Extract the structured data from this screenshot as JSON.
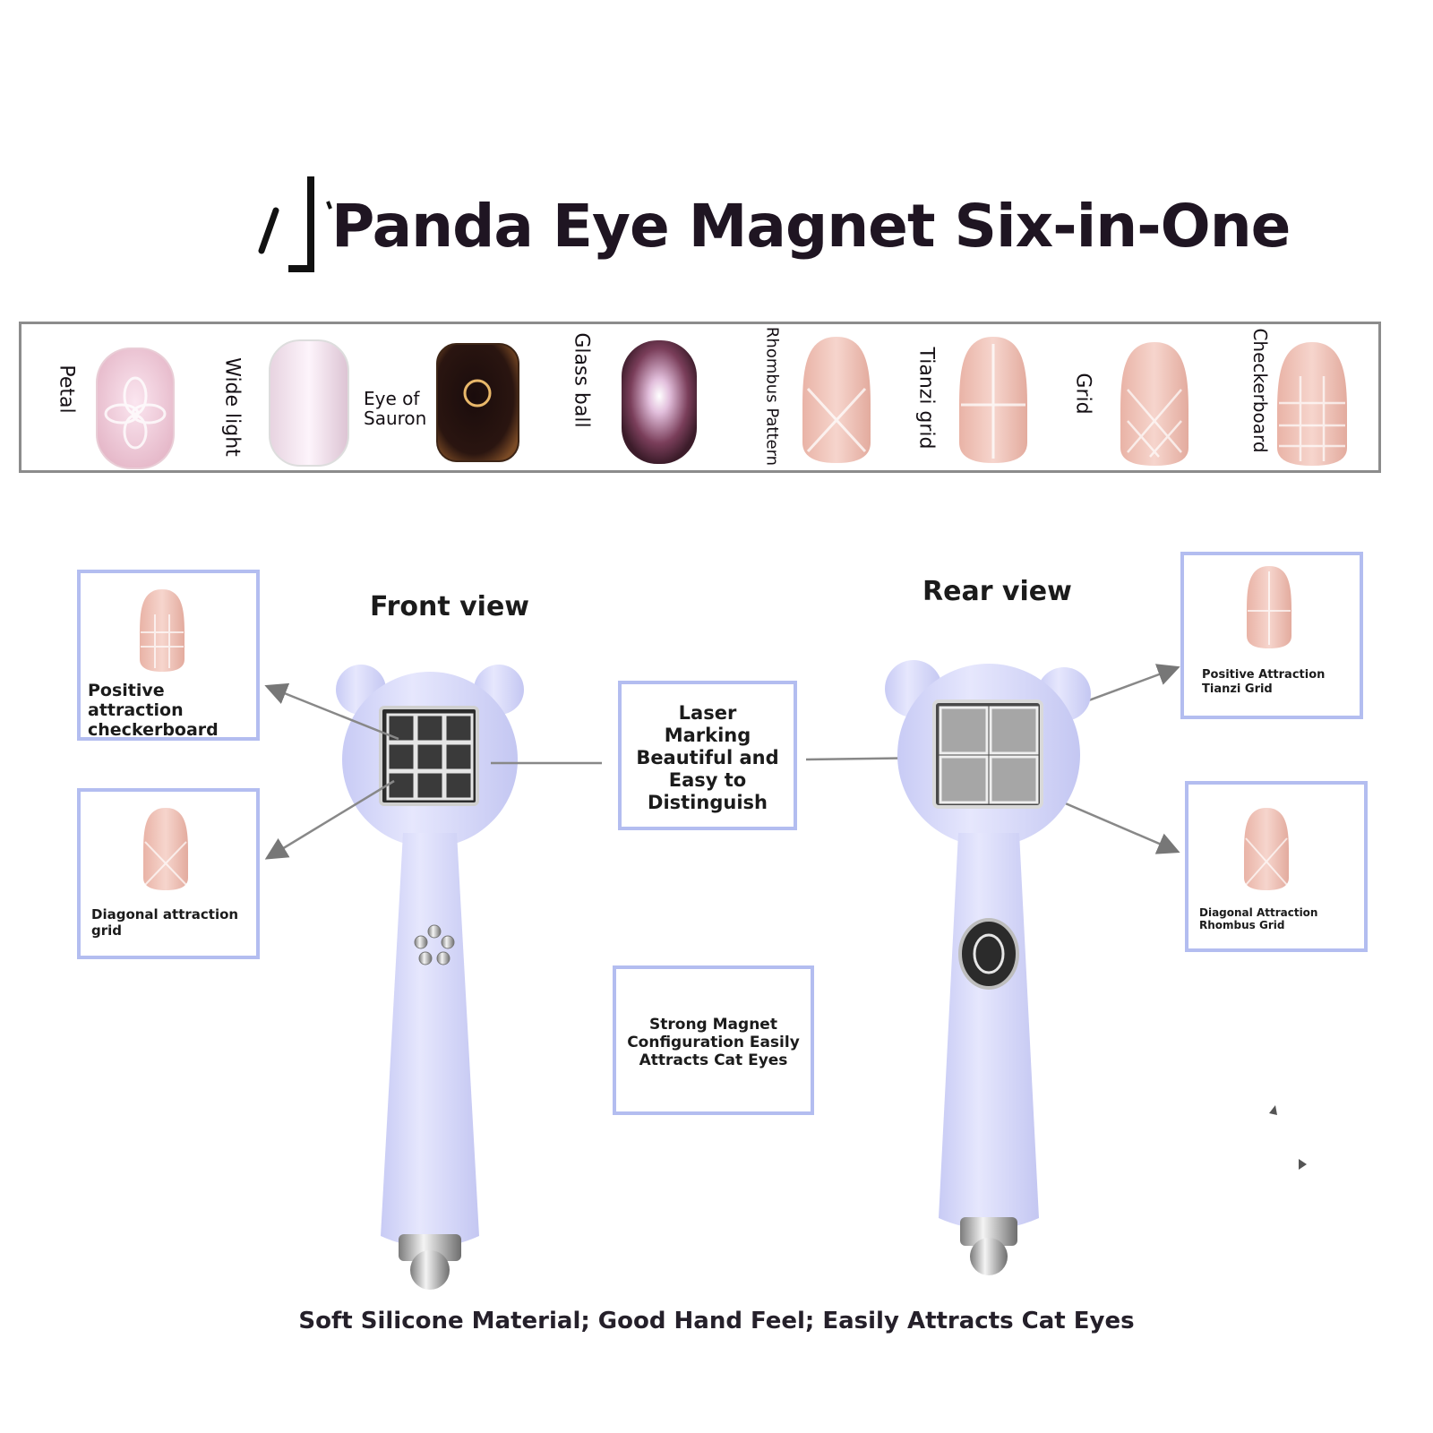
{
  "header": {
    "title": "Panda Eye Magnet Six-in-One"
  },
  "effects": [
    {
      "label": "Petal"
    },
    {
      "label": "Wide light"
    },
    {
      "label": "Eye of\nSauron",
      "line1": "Eye of",
      "line2": "Sauron"
    },
    {
      "label": "Glass ball"
    },
    {
      "label": "Rhombus Pattern"
    },
    {
      "label": "Tianzi grid"
    },
    {
      "label": "Grid"
    },
    {
      "label": "Checkerboard"
    }
  ],
  "front": {
    "title": "Front view",
    "callout_top": {
      "line1": "Positive attraction",
      "line2": "checkerboard"
    },
    "callout_bottom": "Diagonal attraction grid"
  },
  "rear": {
    "title": "Rear view",
    "callout_top": {
      "line1": "Positive Attraction",
      "line2": "Tianzi Grid"
    },
    "callout_bottom": {
      "line1": "Diagonal Attraction",
      "line2": "Rhombus Grid"
    }
  },
  "center": {
    "laser": [
      "Laser",
      "Marking",
      "Beautiful and",
      "Easy to",
      "Distinguish"
    ],
    "magnet": [
      "Strong Magnet",
      "Configuration Easily",
      "Attracts Cat Eyes"
    ]
  },
  "footer": "Soft Silicone Material; Good Hand Feel; Easily Attracts Cat Eyes",
  "colors": {
    "box_border": "#b3bdf0",
    "tool_body": "#dadcfb",
    "strip_border": "#8c8c8c",
    "title_text": "#1f1522"
  }
}
